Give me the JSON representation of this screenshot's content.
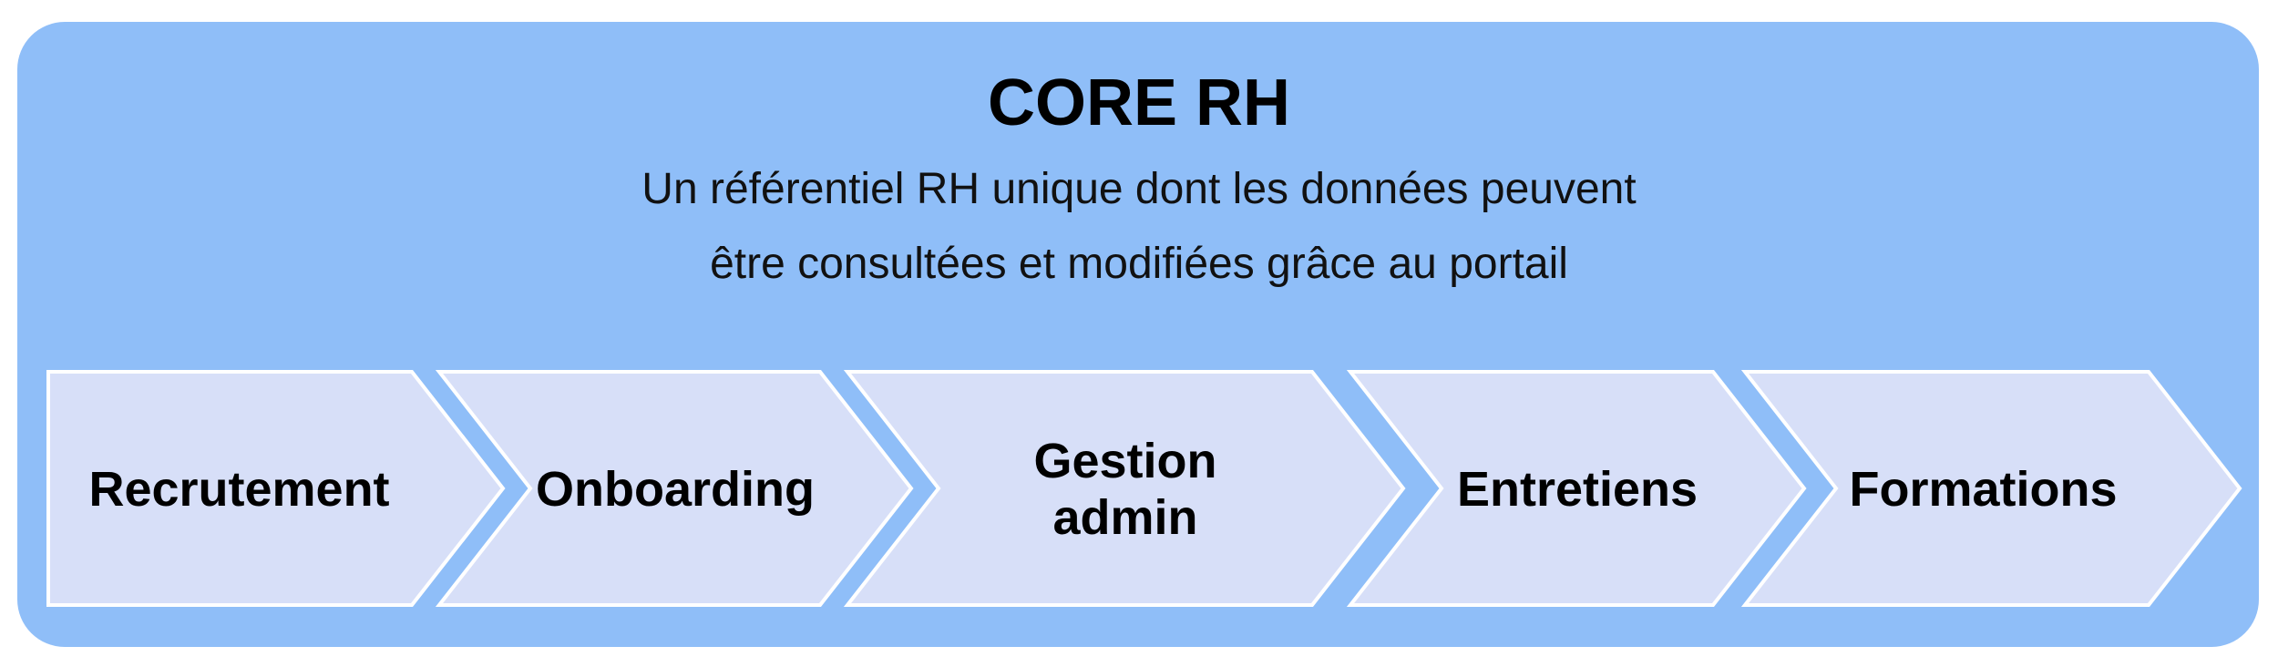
{
  "title": "CORE RH",
  "subtitle_lines": [
    "Un référentiel RH unique dont les données peuvent",
    "être consultées et modifiées grâce au portail"
  ],
  "steps": [
    {
      "lines": [
        "Recrutement"
      ]
    },
    {
      "lines": [
        "Onboarding"
      ]
    },
    {
      "lines": [
        "Gestion",
        "admin"
      ]
    },
    {
      "lines": [
        "Entretiens"
      ]
    },
    {
      "lines": [
        "Formations"
      ]
    }
  ],
  "colors": {
    "frame": "#8fbef8",
    "step_fill": "#d7dff8",
    "step_border": "#ffffff"
  }
}
